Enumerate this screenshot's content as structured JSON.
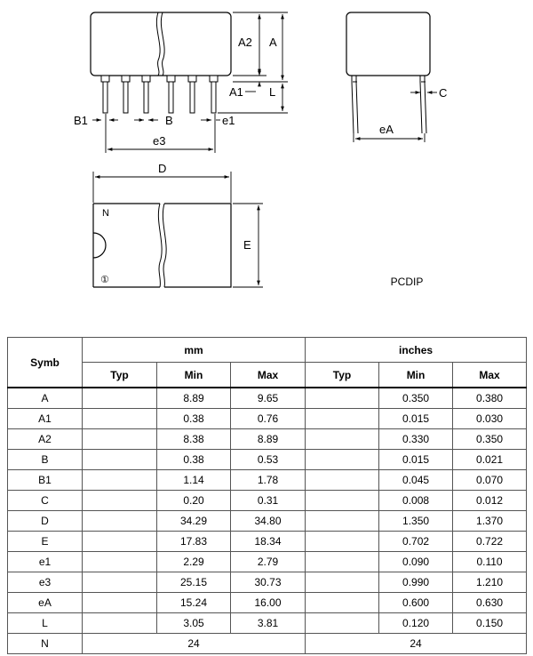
{
  "drawing": {
    "labels": {
      "A2": "A2",
      "A": "A",
      "A1": "A1",
      "L": "L",
      "B1": "B1",
      "B": "B",
      "e1": "e1",
      "e3": "e3",
      "C": "C",
      "eA": "eA",
      "D": "D",
      "E": "E",
      "N": "N",
      "pin1": "①"
    },
    "package_name": "PCDIP"
  },
  "table": {
    "header": {
      "symb": "Symb",
      "mm": "mm",
      "inches": "inches",
      "typ": "Typ",
      "min": "Min",
      "max": "Max"
    },
    "rows": [
      {
        "symb": "A",
        "mm_typ": "",
        "mm_min": "8.89",
        "mm_max": "9.65",
        "in_typ": "",
        "in_min": "0.350",
        "in_max": "0.380"
      },
      {
        "symb": "A1",
        "mm_typ": "",
        "mm_min": "0.38",
        "mm_max": "0.76",
        "in_typ": "",
        "in_min": "0.015",
        "in_max": "0.030"
      },
      {
        "symb": "A2",
        "mm_typ": "",
        "mm_min": "8.38",
        "mm_max": "8.89",
        "in_typ": "",
        "in_min": "0.330",
        "in_max": "0.350"
      },
      {
        "symb": "B",
        "mm_typ": "",
        "mm_min": "0.38",
        "mm_max": "0.53",
        "in_typ": "",
        "in_min": "0.015",
        "in_max": "0.021"
      },
      {
        "symb": "B1",
        "mm_typ": "",
        "mm_min": "1.14",
        "mm_max": "1.78",
        "in_typ": "",
        "in_min": "0.045",
        "in_max": "0.070"
      },
      {
        "symb": "C",
        "mm_typ": "",
        "mm_min": "0.20",
        "mm_max": "0.31",
        "in_typ": "",
        "in_min": "0.008",
        "in_max": "0.012"
      },
      {
        "symb": "D",
        "mm_typ": "",
        "mm_min": "34.29",
        "mm_max": "34.80",
        "in_typ": "",
        "in_min": "1.350",
        "in_max": "1.370"
      },
      {
        "symb": "E",
        "mm_typ": "",
        "mm_min": "17.83",
        "mm_max": "18.34",
        "in_typ": "",
        "in_min": "0.702",
        "in_max": "0.722"
      },
      {
        "symb": "e1",
        "mm_typ": "",
        "mm_min": "2.29",
        "mm_max": "2.79",
        "in_typ": "",
        "in_min": "0.090",
        "in_max": "0.110"
      },
      {
        "symb": "e3",
        "mm_typ": "",
        "mm_min": "25.15",
        "mm_max": "30.73",
        "in_typ": "",
        "in_min": "0.990",
        "in_max": "1.210"
      },
      {
        "symb": "eA",
        "mm_typ": "",
        "mm_min": "15.24",
        "mm_max": "16.00",
        "in_typ": "",
        "in_min": "0.600",
        "in_max": "0.630"
      },
      {
        "symb": "L",
        "mm_typ": "",
        "mm_min": "3.05",
        "mm_max": "3.81",
        "in_typ": "",
        "in_min": "0.120",
        "in_max": "0.150"
      }
    ],
    "last_row": {
      "symb": "N",
      "mm": "24",
      "inches": "24"
    }
  }
}
